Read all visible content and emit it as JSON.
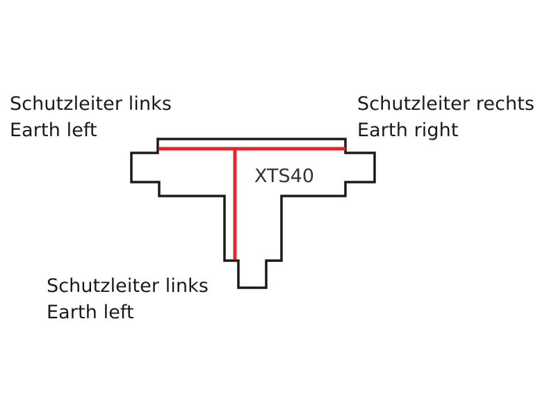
{
  "labels": {
    "top_left": {
      "de": "Schutzleiter links",
      "en": "Earth left"
    },
    "top_right": {
      "de": "Schutzleiter rechts",
      "en": "Earth right"
    },
    "bottom": {
      "de": "Schutzleiter links",
      "en": "Earth left"
    }
  },
  "part_id": "XTS40",
  "colors": {
    "outline": "#1a1a1a",
    "earth_conductor": "#e3262c",
    "text": "#1a1a1a",
    "part_id_text": "#333333"
  }
}
